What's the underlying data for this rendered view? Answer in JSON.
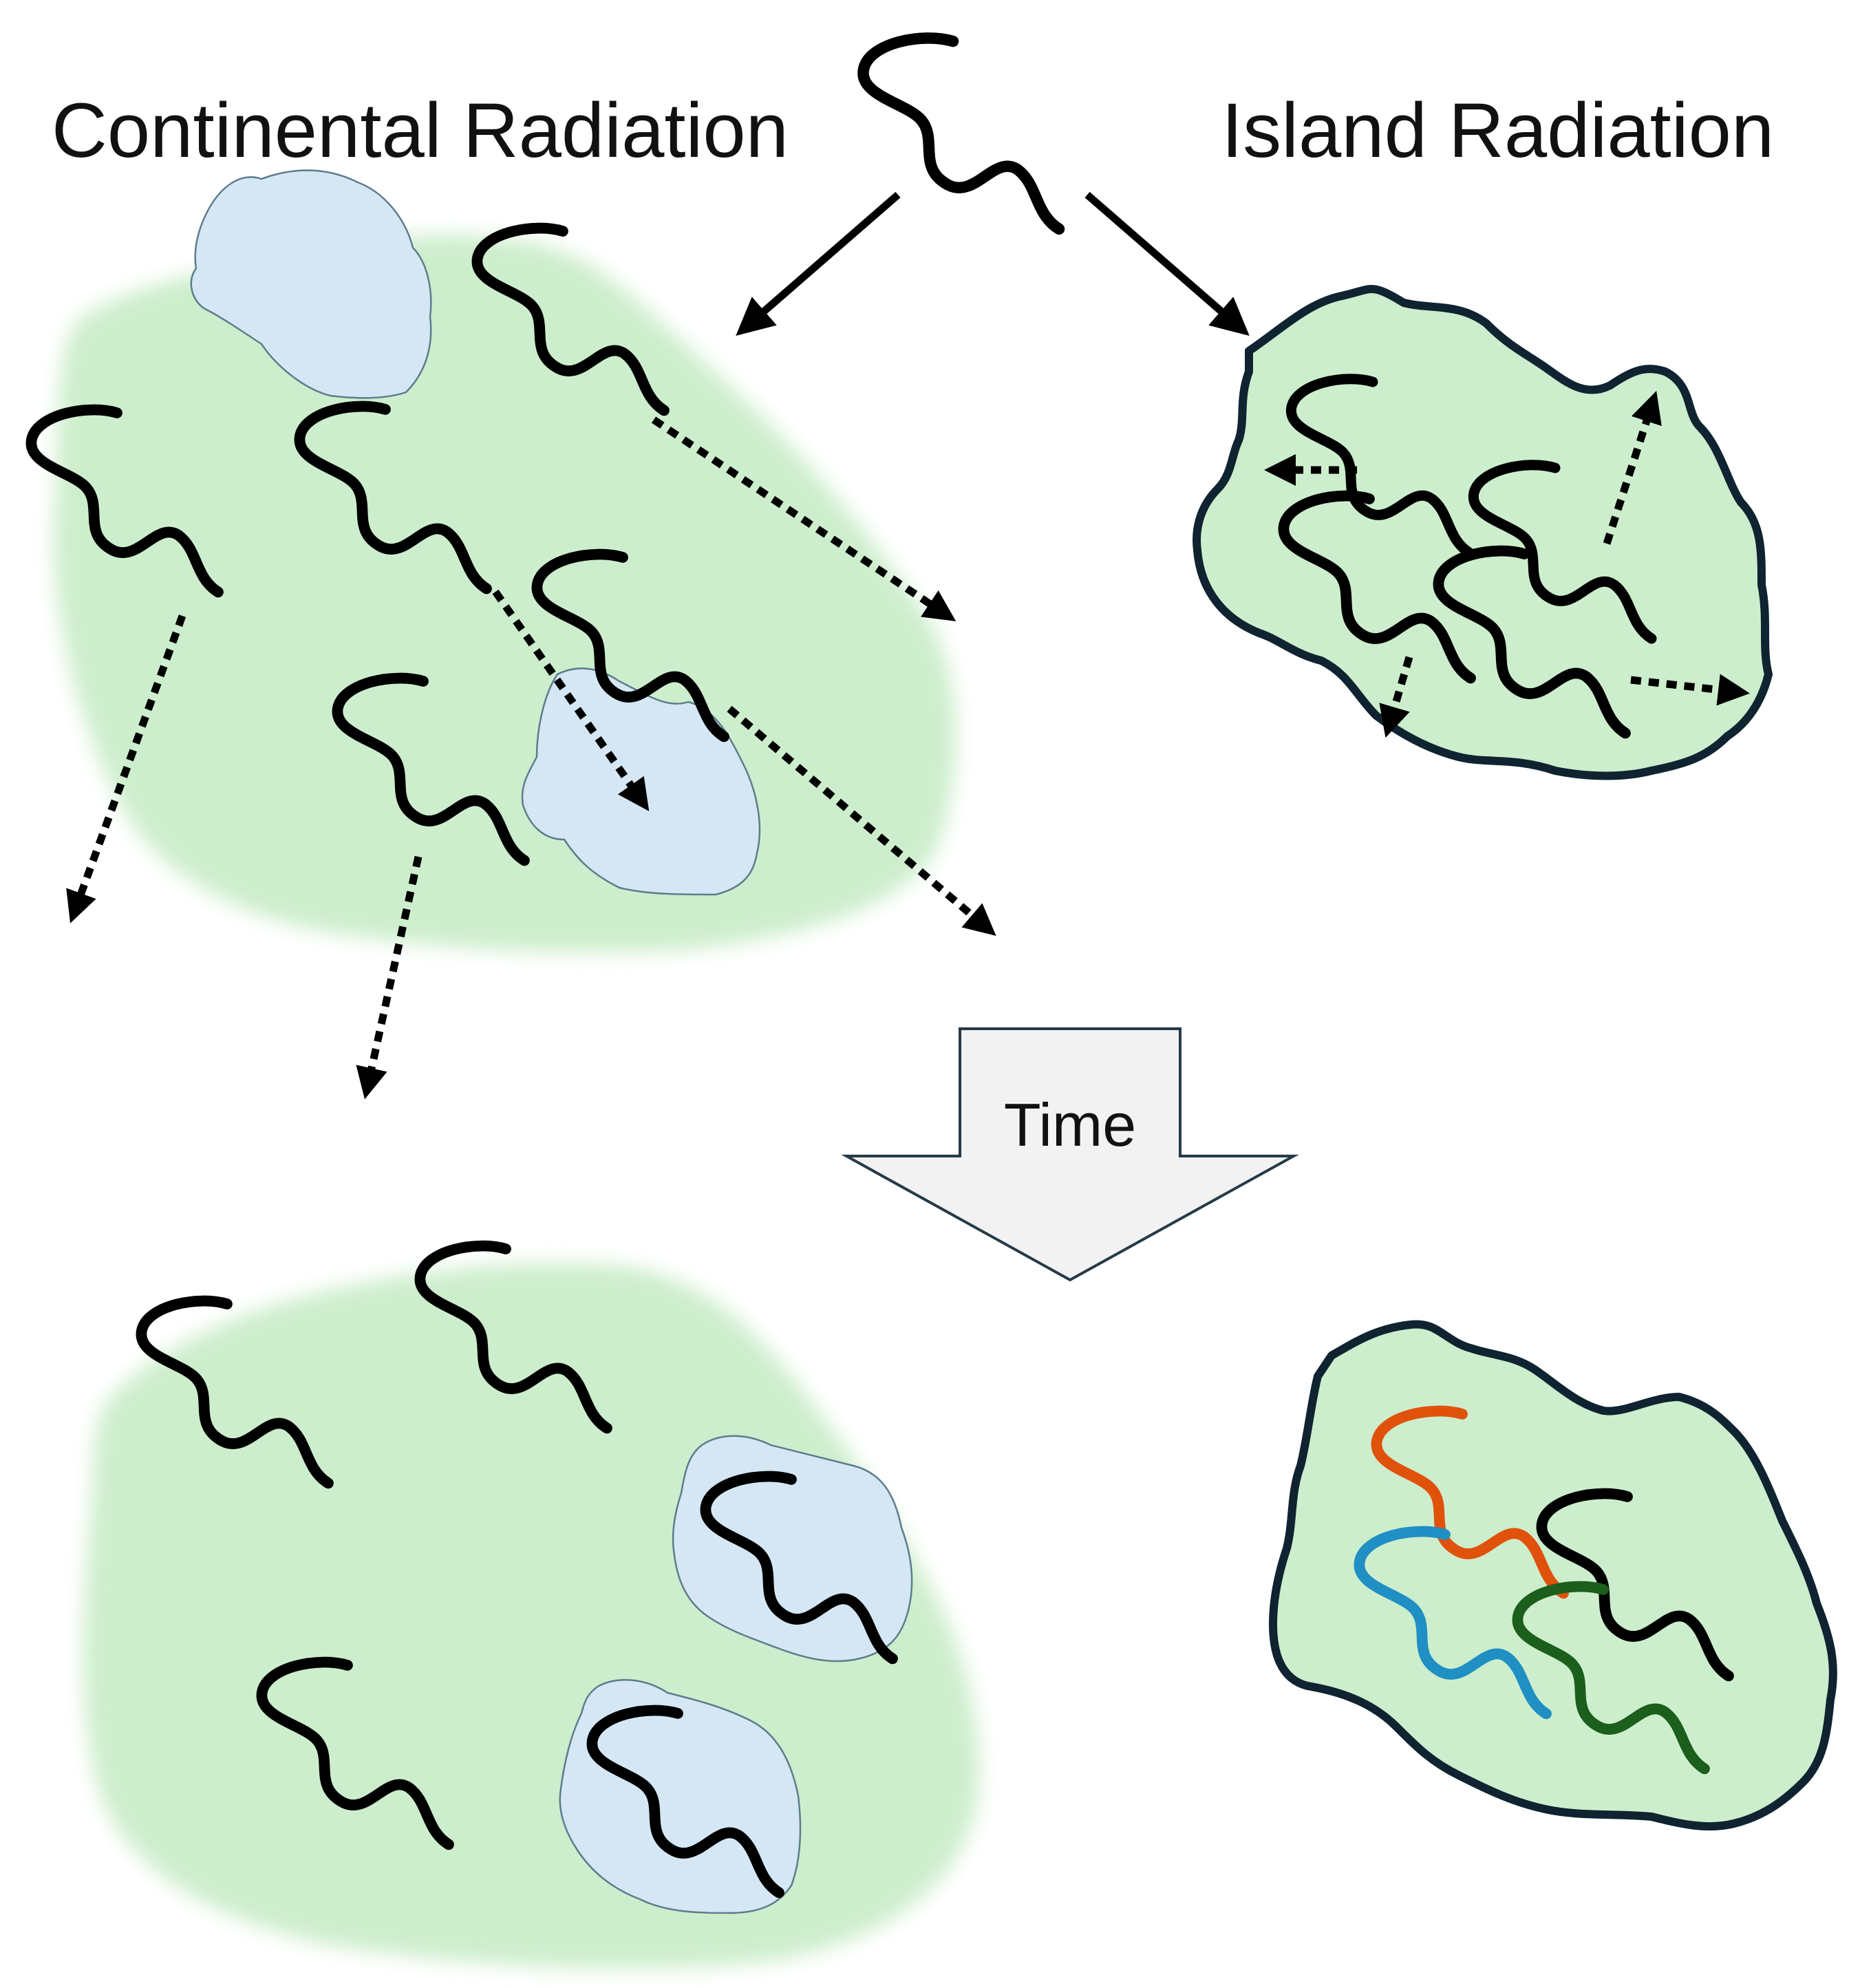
{
  "titles": {
    "continental": "Continental Radiation",
    "island": "Island Radiation"
  },
  "time_label": "Time",
  "colors": {
    "land": "#cdeecc",
    "land_glow": "#d6f2d4",
    "lake": "#d5e7f5",
    "lake_border": "#5d7c8c",
    "island_border": "#0f2331",
    "worm": "#000000",
    "worm_orange": "#e0520c",
    "worm_blue": "#1f8fc4",
    "worm_green": "#1c5e1c",
    "time_arrow_fill": "#f2f2f2",
    "time_arrow_border": "#243a48"
  },
  "icons": {
    "organism": "worm-icon",
    "dispersal": "dotted-arrow",
    "colonization": "solid-arrow"
  }
}
